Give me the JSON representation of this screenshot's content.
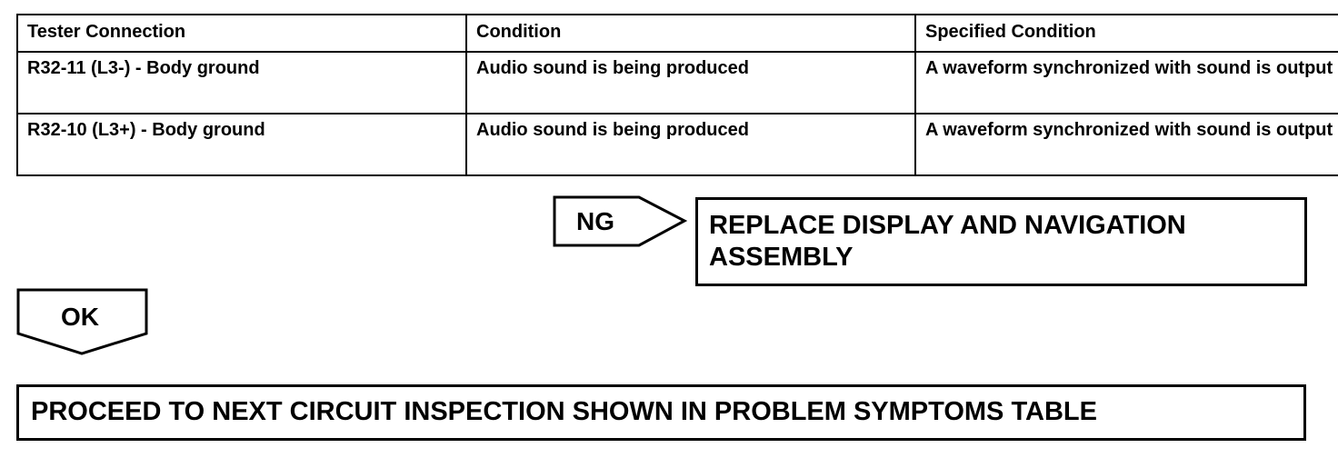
{
  "table": {
    "headers": [
      "Tester Connection",
      "Condition",
      "Specified Condition"
    ],
    "rows": [
      [
        "R32-11 (L3-) - Body ground",
        "Audio sound is being produced",
        "A waveform synchronized with sound is output"
      ],
      [
        "R32-10 (L3+) - Body ground",
        "Audio sound is being produced",
        "A waveform synchronized with sound is output"
      ]
    ]
  },
  "ng_branch": {
    "label": "NG",
    "result": "REPLACE DISPLAY AND NAVIGATION ASSEMBLY"
  },
  "ok_branch": {
    "label": "OK",
    "result": "PROCEED TO NEXT CIRCUIT INSPECTION SHOWN IN PROBLEM SYMPTOMS TABLE"
  }
}
